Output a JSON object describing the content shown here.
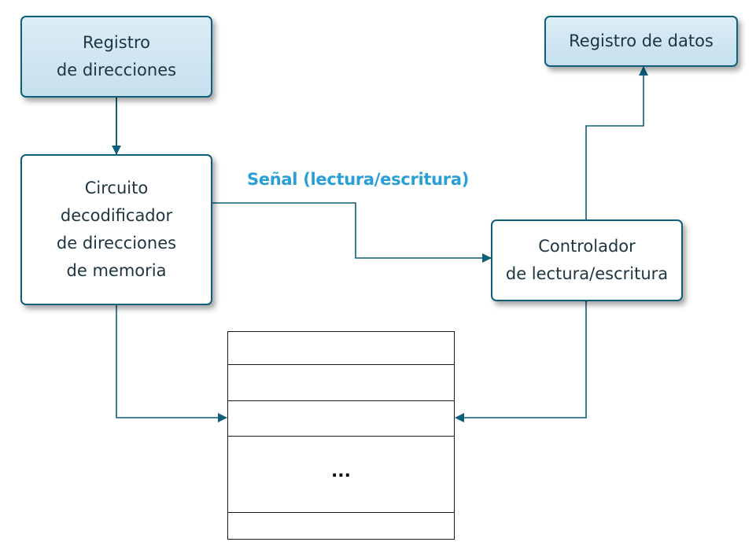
{
  "boxes": {
    "address_register": {
      "line1": "Registro",
      "line2": "de direcciones"
    },
    "data_register": {
      "line1": "Registro de datos"
    },
    "decoder": {
      "line1": "Circuito",
      "line2": "decodificador",
      "line3": "de direcciones",
      "line4": "de memoria"
    },
    "controller": {
      "line1": "Controlador",
      "line2": "de lectura/escritura"
    }
  },
  "signal_label": "Señal (lectura/escritura)",
  "memory": {
    "ellipsis": "..."
  },
  "colors": {
    "box_border": "#0d5f7a",
    "box_fill_blue": "#d4e8f3",
    "arrow": "#0d5f7a",
    "signal_text": "#2a9fd6",
    "text": "#1c3540"
  },
  "icons": {
    "arrowhead": "filled-triangle-arrow-icon"
  }
}
